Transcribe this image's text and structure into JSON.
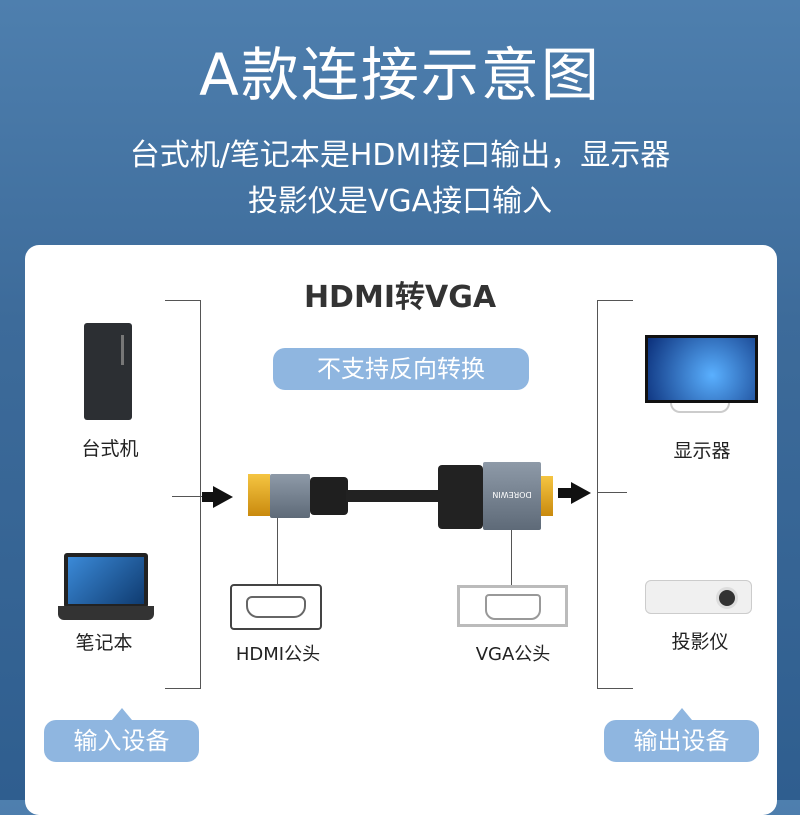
{
  "header": {
    "title": "A款连接示意图",
    "line1": "台式机/笔记本是HDMI接口输出，显示器",
    "line2": "投影仪是VGA接口输入"
  },
  "card": {
    "heading": "HDMI转VGA",
    "notice": "不支持反向转换"
  },
  "inputs": [
    {
      "label": "台式机"
    },
    {
      "label": "笔记本"
    }
  ],
  "outputs": [
    {
      "label": "显示器"
    },
    {
      "label": "投影仪"
    }
  ],
  "connectors": {
    "hdmi": "HDMI公头",
    "vga": "VGA公头",
    "brand": "DOREWIN"
  },
  "groups": {
    "input": "输入设备",
    "output": "输出设备"
  },
  "colors": {
    "accent": "#8fb6e0",
    "background": "#3d6b9a"
  }
}
